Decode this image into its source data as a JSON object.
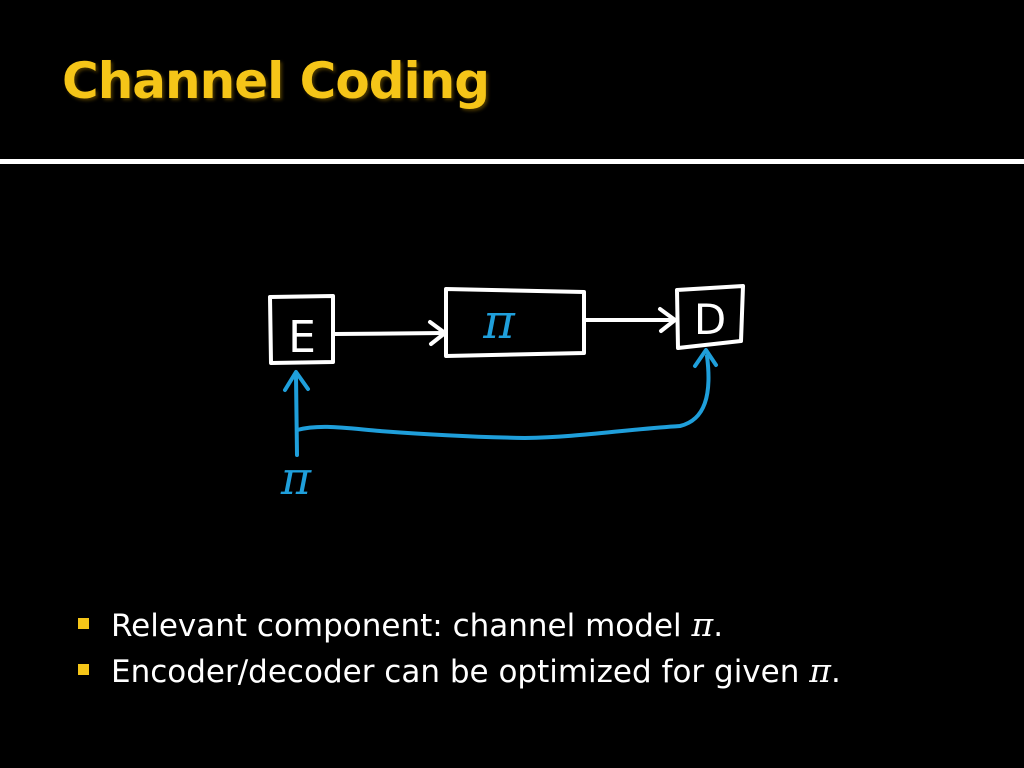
{
  "slide": {
    "title": "Channel Coding",
    "background_color": "#000000",
    "title_color": "#f5c518",
    "bullet_color": "#f5c518"
  },
  "diagram": {
    "encoder_label": "E",
    "channel_label": "π",
    "decoder_label": "D",
    "side_info_label": "π",
    "stroke_color": "#ffffff",
    "feedback_color": "#1f9fdb"
  },
  "bullets": [
    {
      "text": "Relevant component: channel model ",
      "symbol": "π",
      "suffix": "."
    },
    {
      "text": "Encoder/decoder can be optimized for given ",
      "symbol": "π",
      "suffix": "."
    }
  ]
}
